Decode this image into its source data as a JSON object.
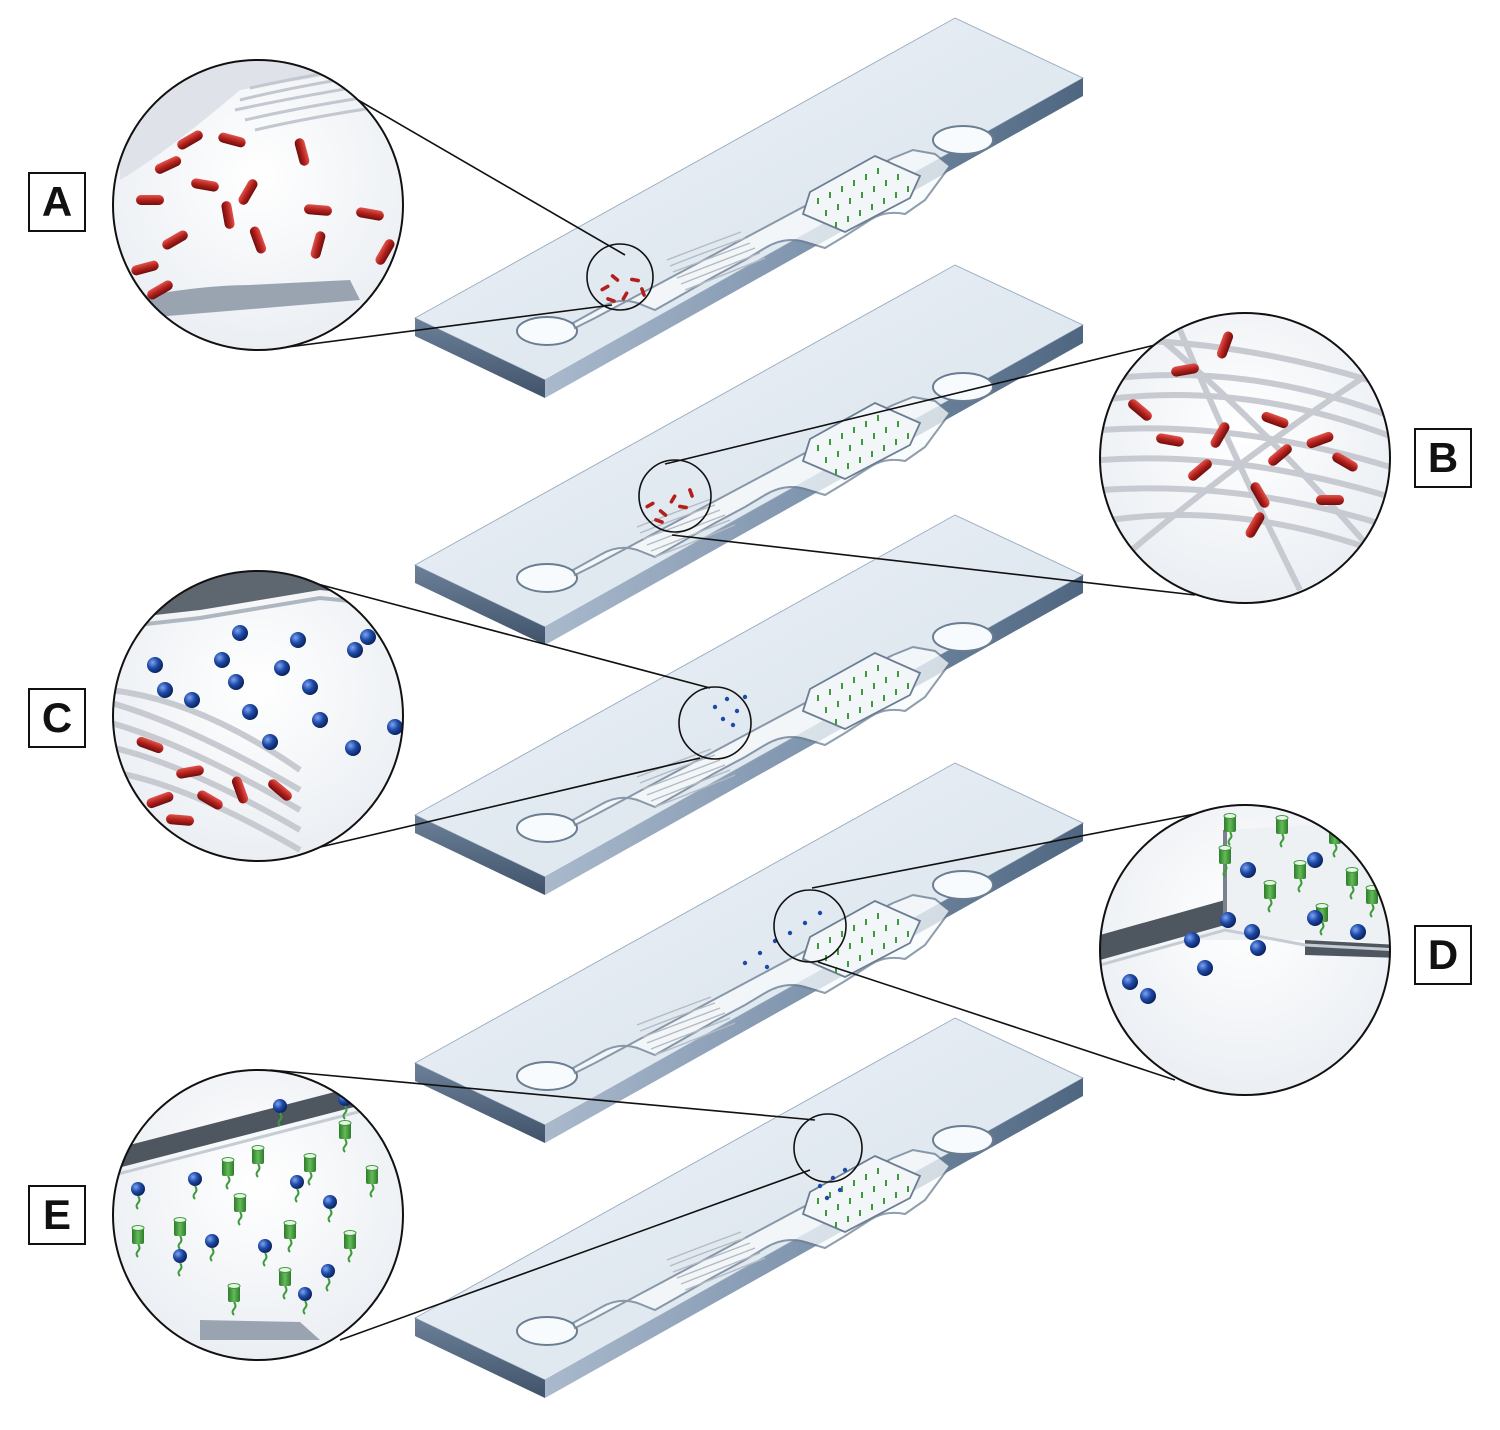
{
  "panels": [
    {
      "label": "A"
    },
    {
      "label": "B"
    },
    {
      "label": "C"
    },
    {
      "label": "D"
    },
    {
      "label": "E"
    }
  ],
  "colors": {
    "chip_top": "#e4ecf3",
    "chip_edge": "#7d93ad",
    "channel": "#f7fafc",
    "fiber": "#c9ccd3",
    "bacteria": "#b3201c",
    "bead": "#1d4aa8",
    "capture_probe": "#3f9a3c",
    "outline": "#111111"
  },
  "icons": [
    "bacteria-rod-icon",
    "fiber-mesh-icon",
    "magnetic-bead-icon",
    "capture-probe-icon"
  ]
}
